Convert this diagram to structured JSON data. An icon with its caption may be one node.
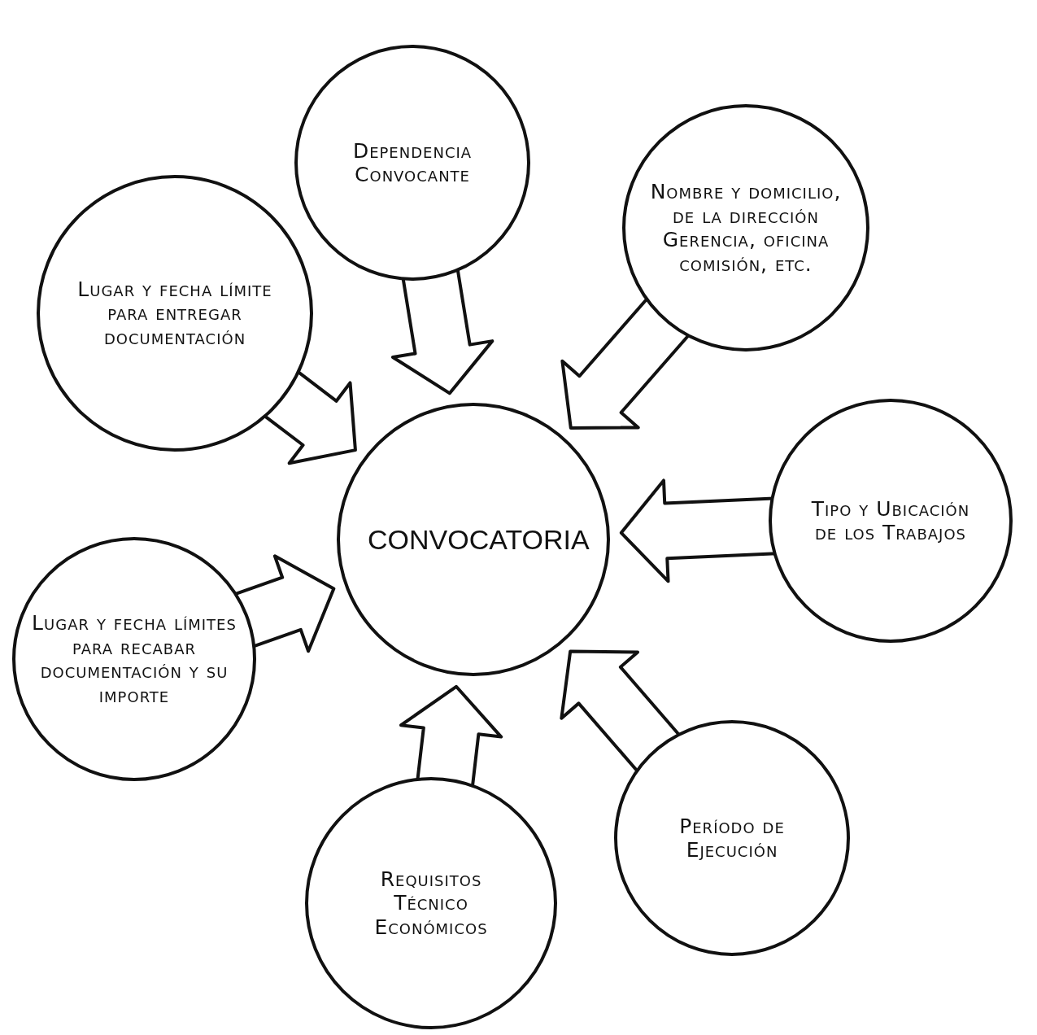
{
  "diagram": {
    "nodes": [
      {
        "text": [
          "Dependencia Convocante"
        ]
      },
      {
        "text": [
          "Nombre y domicilio, de la dirección Gerencia, oficina comisión, etc."
        ]
      },
      {
        "text": [
          "Lugar y fecha límite para entregar documentación"
        ]
      },
      {
        "text": [
          "CONVOCATORIA"
        ]
      },
      {
        "text": [
          "Tipo y Ubicación de los Trabajos"
        ]
      },
      {
        "text": [
          "Lugar y fecha límites para recabar documentación y su importe"
        ]
      },
      {
        "text": [
          "Período de Ejecución"
        ]
      },
      {
        "text": [
          "Requisitos Técnico Económicos"
        ]
      }
    ],
    "edges": [
      {
        "from": 0,
        "to": 3,
        "arrow": "to"
      },
      {
        "from": 1,
        "to": 3,
        "arrow": "to"
      },
      {
        "from": 2,
        "to": 3,
        "arrow": "to"
      },
      {
        "from": 4,
        "to": 3,
        "arrow": "to"
      },
      {
        "from": 5,
        "to": 3,
        "arrow": "to"
      },
      {
        "from": 6,
        "to": 3,
        "arrow": "to"
      },
      {
        "from": 7,
        "to": 3,
        "arrow": "to"
      }
    ]
  }
}
